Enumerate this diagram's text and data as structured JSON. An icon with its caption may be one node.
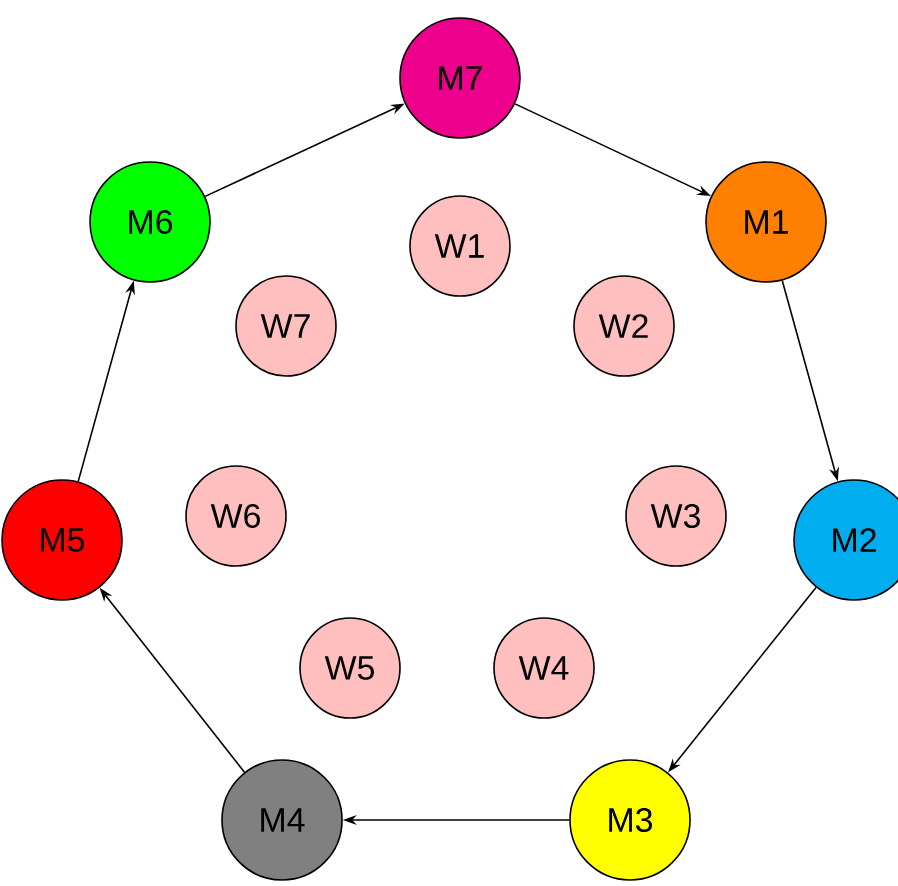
{
  "diagram": {
    "nodes": [
      {
        "text": [
          "M7"
        ]
      },
      {
        "text": [
          "M1"
        ]
      },
      {
        "text": [
          "M2"
        ]
      },
      {
        "text": [
          "M3"
        ]
      },
      {
        "text": [
          "M4"
        ]
      },
      {
        "text": [
          "M5"
        ]
      },
      {
        "text": [
          "M6"
        ]
      },
      {
        "text": [
          "W1"
        ]
      },
      {
        "text": [
          "W2"
        ]
      },
      {
        "text": [
          "W3"
        ]
      },
      {
        "text": [
          "W4"
        ]
      },
      {
        "text": [
          "W5"
        ]
      },
      {
        "text": [
          "W6"
        ]
      },
      {
        "text": [
          "W7"
        ]
      }
    ],
    "edges": [
      {
        "from": 0,
        "to": 1,
        "arrow": "to"
      },
      {
        "from": 1,
        "to": 2,
        "arrow": "to"
      },
      {
        "from": 2,
        "to": 3,
        "arrow": "to"
      },
      {
        "from": 3,
        "to": 4,
        "arrow": "to"
      },
      {
        "from": 4,
        "to": 5,
        "arrow": "to"
      },
      {
        "from": 5,
        "to": 6,
        "arrow": "to"
      },
      {
        "from": 6,
        "to": 0,
        "arrow": "to"
      }
    ]
  }
}
